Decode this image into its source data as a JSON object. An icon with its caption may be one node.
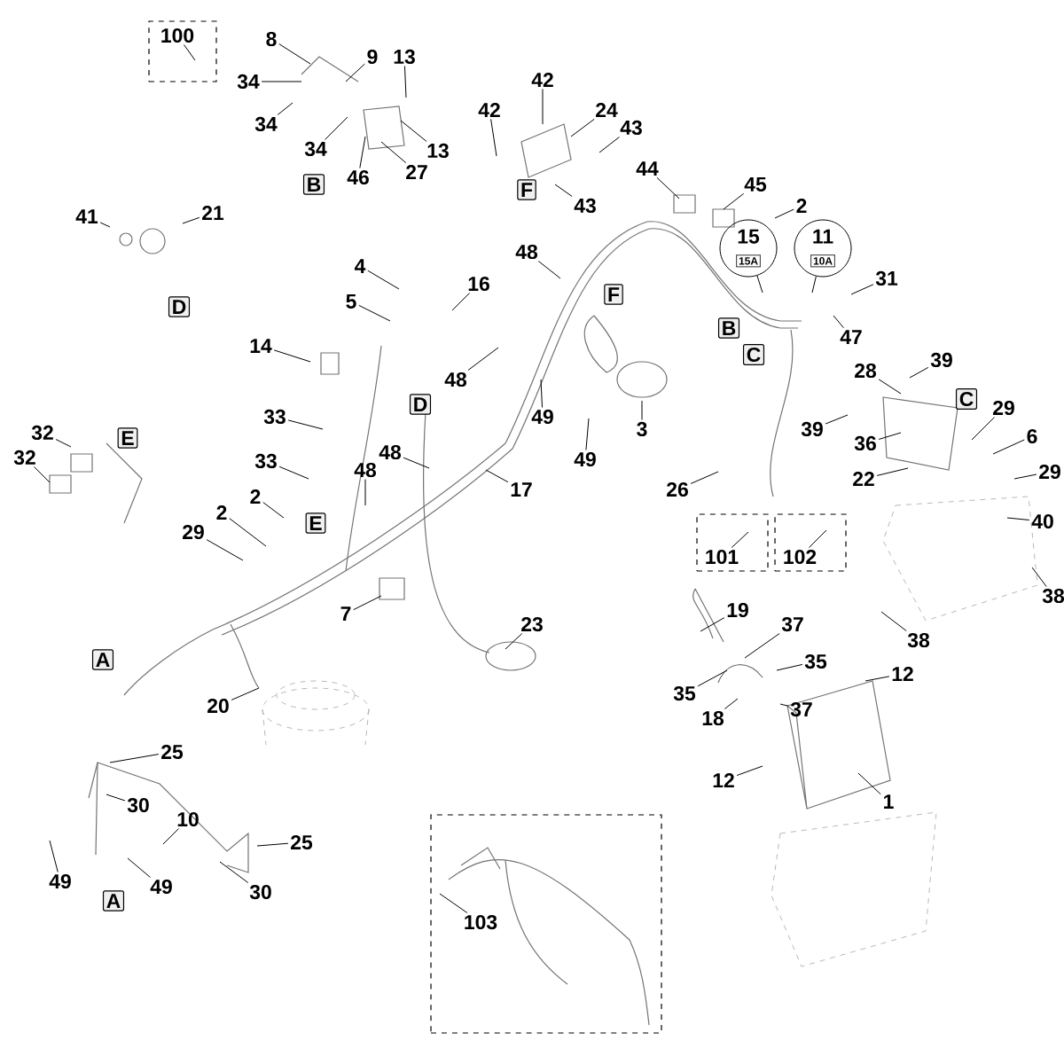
{
  "diagram": {
    "nodes": [
      {
        "text": [],
        "shape": "box"
      },
      {
        "text": [
          "100"
        ],
        "in": 0
      },
      {
        "text": [
          "8"
        ]
      },
      {
        "text": [
          "9"
        ]
      },
      {
        "text": [
          "13"
        ]
      },
      {
        "text": [
          "42"
        ]
      },
      {
        "text": [
          "34"
        ]
      },
      {
        "text": [
          "24"
        ]
      },
      {
        "text": [
          "42"
        ]
      },
      {
        "text": [
          "34"
        ]
      },
      {
        "text": [
          "34"
        ]
      },
      {
        "text": [
          "43"
        ]
      },
      {
        "text": [
          "13"
        ]
      },
      {
        "text": [
          "44"
        ]
      },
      {
        "text": [
          "27"
        ]
      },
      {
        "text": [
          "46"
        ]
      },
      {
        "text": [
          "B"
        ]
      },
      {
        "text": [
          "F"
        ]
      },
      {
        "text": [
          "45"
        ]
      },
      {
        "text": [
          "2"
        ]
      },
      {
        "text": [
          "43"
        ]
      },
      {
        "text": [
          "41"
        ]
      },
      {
        "text": [
          "21"
        ]
      },
      {
        "text": [
          "48"
        ]
      },
      {
        "text": [
          "15",
          "15A"
        ]
      },
      {
        "text": [
          "11",
          "10A"
        ]
      },
      {
        "text": [
          "4"
        ]
      },
      {
        "text": [
          "31"
        ]
      },
      {
        "text": [
          "16"
        ]
      },
      {
        "text": [
          "F"
        ]
      },
      {
        "text": [
          "5"
        ]
      },
      {
        "text": [
          "D"
        ]
      },
      {
        "text": [
          "B"
        ]
      },
      {
        "text": [
          "47"
        ]
      },
      {
        "text": [
          "14"
        ]
      },
      {
        "text": [
          "C"
        ]
      },
      {
        "text": [
          "39"
        ]
      },
      {
        "text": [
          "28"
        ]
      },
      {
        "text": [
          "48"
        ]
      },
      {
        "text": [
          "33"
        ]
      },
      {
        "text": [
          "C"
        ]
      },
      {
        "text": [
          "D"
        ]
      },
      {
        "text": [
          "49"
        ]
      },
      {
        "text": [
          "29"
        ]
      },
      {
        "text": [
          "3"
        ]
      },
      {
        "text": [
          "39"
        ]
      },
      {
        "text": [
          "32"
        ]
      },
      {
        "text": [
          "E"
        ]
      },
      {
        "text": [
          "36"
        ]
      },
      {
        "text": [
          "6"
        ]
      },
      {
        "text": [
          "48"
        ]
      },
      {
        "text": [
          "32"
        ]
      },
      {
        "text": [
          "49"
        ]
      },
      {
        "text": [
          "29"
        ]
      },
      {
        "text": [
          "33"
        ]
      },
      {
        "text": [
          "48"
        ]
      },
      {
        "text": [
          "22"
        ]
      },
      {
        "text": [
          "40"
        ]
      },
      {
        "text": [
          "17"
        ]
      },
      {
        "text": [
          "26"
        ]
      },
      {
        "text": [
          "2"
        ]
      },
      {
        "text": [
          "2"
        ]
      },
      {
        "text": [
          "E"
        ]
      },
      {
        "text": [],
        "shape": "box"
      },
      {
        "text": [
          "101"
        ],
        "in": 63
      },
      {
        "text": [],
        "shape": "box"
      },
      {
        "text": [
          "102"
        ],
        "in": 65
      },
      {
        "text": [
          "29"
        ]
      },
      {
        "text": [
          "38"
        ]
      },
      {
        "text": [
          "7"
        ]
      },
      {
        "text": [
          "19"
        ]
      },
      {
        "text": [
          "23"
        ]
      },
      {
        "text": [
          "37"
        ]
      },
      {
        "text": [
          "38"
        ]
      },
      {
        "text": [
          "A"
        ]
      },
      {
        "text": [
          "35"
        ]
      },
      {
        "text": [
          "12"
        ]
      },
      {
        "text": [
          "35"
        ]
      },
      {
        "text": [
          "20"
        ]
      },
      {
        "text": [
          "37"
        ]
      },
      {
        "text": [
          "18"
        ]
      },
      {
        "text": [
          "25"
        ]
      },
      {
        "text": [
          "12"
        ]
      },
      {
        "text": [
          "30"
        ]
      },
      {
        "text": [
          "1"
        ]
      },
      {
        "text": [
          "10"
        ]
      },
      {
        "text": [],
        "shape": "box"
      },
      {
        "text": [
          "25"
        ]
      },
      {
        "text": [
          "49"
        ]
      },
      {
        "text": [
          "30"
        ]
      },
      {
        "text": [
          "49"
        ]
      },
      {
        "text": [
          "103"
        ],
        "in": 86
      },
      {
        "text": [
          "A"
        ]
      }
    ],
    "edges": [
      {
        "from": 1,
        "to": null,
        "arrow": "none"
      },
      {
        "from": 2,
        "to": null,
        "arrow": "none"
      },
      {
        "from": 3,
        "to": null,
        "arrow": "none"
      },
      {
        "from": 4,
        "to": null,
        "arrow": "none"
      },
      {
        "from": 5,
        "to": null,
        "arrow": "none"
      },
      {
        "from": 6,
        "to": null,
        "arrow": "none"
      },
      {
        "from": 7,
        "to": null,
        "arrow": "none"
      },
      {
        "from": 8,
        "to": null,
        "arrow": "none"
      },
      {
        "from": 9,
        "to": null,
        "arrow": "none"
      },
      {
        "from": 10,
        "to": null,
        "arrow": "none"
      },
      {
        "from": 11,
        "to": null,
        "arrow": "none"
      },
      {
        "from": 12,
        "to": null,
        "arrow": "none"
      },
      {
        "from": 13,
        "to": null,
        "arrow": "none"
      },
      {
        "from": 14,
        "to": null,
        "arrow": "none"
      },
      {
        "from": 15,
        "to": null,
        "arrow": "none"
      },
      {
        "from": 18,
        "to": null,
        "arrow": "none"
      },
      {
        "from": 19,
        "to": null,
        "arrow": "none"
      },
      {
        "from": 20,
        "to": null,
        "arrow": "none"
      },
      {
        "from": 21,
        "to": null,
        "arrow": "none"
      },
      {
        "from": 22,
        "to": null,
        "arrow": "none"
      },
      {
        "from": 23,
        "to": null,
        "arrow": "none"
      },
      {
        "from": 24,
        "to": null,
        "arrow": "none"
      },
      {
        "from": 25,
        "to": null,
        "arrow": "none"
      },
      {
        "from": 26,
        "to": null,
        "arrow": "none"
      },
      {
        "from": 27,
        "to": null,
        "arrow": "none"
      },
      {
        "from": 28,
        "to": null,
        "arrow": "none"
      },
      {
        "from": 30,
        "to": null,
        "arrow": "none"
      },
      {
        "from": 33,
        "to": null,
        "arrow": "none"
      },
      {
        "from": 34,
        "to": null,
        "arrow": "none"
      },
      {
        "from": 36,
        "to": null,
        "arrow": "none"
      },
      {
        "from": 37,
        "to": null,
        "arrow": "none"
      },
      {
        "from": 38,
        "to": null,
        "arrow": "none"
      },
      {
        "from": 39,
        "to": null,
        "arrow": "none"
      },
      {
        "from": 42,
        "to": null,
        "arrow": "none"
      },
      {
        "from": 43,
        "to": null,
        "arrow": "none"
      },
      {
        "from": 44,
        "to": null,
        "arrow": "none"
      },
      {
        "from": 45,
        "to": null,
        "arrow": "none"
      },
      {
        "from": 46,
        "to": null,
        "arrow": "none"
      },
      {
        "from": 48,
        "to": null,
        "arrow": "none"
      },
      {
        "from": 49,
        "to": null,
        "arrow": "none"
      },
      {
        "from": 50,
        "to": null,
        "arrow": "none"
      },
      {
        "from": 51,
        "to": null,
        "arrow": "none"
      },
      {
        "from": 52,
        "to": null,
        "arrow": "none"
      },
      {
        "from": 53,
        "to": null,
        "arrow": "none"
      },
      {
        "from": 54,
        "to": null,
        "arrow": "none"
      },
      {
        "from": 55,
        "to": null,
        "arrow": "none"
      },
      {
        "from": 56,
        "to": null,
        "arrow": "none"
      },
      {
        "from": 57,
        "to": null,
        "arrow": "none"
      },
      {
        "from": 58,
        "to": null,
        "arrow": "none"
      },
      {
        "from": 59,
        "to": null,
        "arrow": "none"
      },
      {
        "from": 60,
        "to": null,
        "arrow": "none"
      },
      {
        "from": 61,
        "to": null,
        "arrow": "none"
      },
      {
        "from": 64,
        "to": null,
        "arrow": "none"
      },
      {
        "from": 66,
        "to": null,
        "arrow": "none"
      },
      {
        "from": 67,
        "to": null,
        "arrow": "none"
      },
      {
        "from": 68,
        "to": null,
        "arrow": "none"
      },
      {
        "from": 69,
        "to": null,
        "arrow": "none"
      },
      {
        "from": 70,
        "to": null,
        "arrow": "none"
      },
      {
        "from": 71,
        "to": null,
        "arrow": "none"
      },
      {
        "from": 72,
        "to": null,
        "arrow": "none"
      },
      {
        "from": 73,
        "to": null,
        "arrow": "none"
      },
      {
        "from": 75,
        "to": null,
        "arrow": "none"
      },
      {
        "from": 76,
        "to": null,
        "arrow": "none"
      },
      {
        "from": 77,
        "to": null,
        "arrow": "none"
      },
      {
        "from": 78,
        "to": null,
        "arrow": "none"
      },
      {
        "from": 79,
        "to": null,
        "arrow": "none"
      },
      {
        "from": 80,
        "to": null,
        "arrow": "none"
      },
      {
        "from": 81,
        "to": null,
        "arrow": "none"
      },
      {
        "from": 82,
        "to": null,
        "arrow": "none"
      },
      {
        "from": 83,
        "to": null,
        "arrow": "none"
      },
      {
        "from": 84,
        "to": null,
        "arrow": "none"
      },
      {
        "from": 85,
        "to": null,
        "arrow": "none"
      },
      {
        "from": 87,
        "to": null,
        "arrow": "none"
      },
      {
        "from": 88,
        "to": null,
        "arrow": "none"
      },
      {
        "from": 89,
        "to": null,
        "arrow": "none"
      },
      {
        "from": 90,
        "to": null,
        "arrow": "none"
      },
      {
        "from": 91,
        "to": null,
        "arrow": "none"
      }
    ]
  }
}
